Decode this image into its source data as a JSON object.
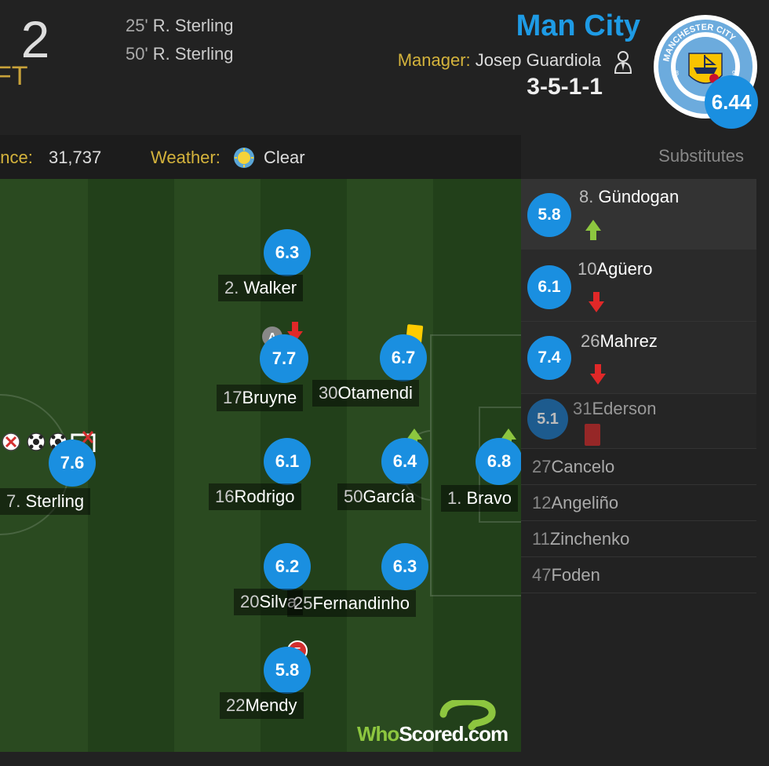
{
  "match": {
    "score": ": 2",
    "status": "FT",
    "goals": [
      {
        "minute": "25'",
        "scorer": "R. Sterling"
      },
      {
        "minute": "50'",
        "scorer": "R. Sterling"
      }
    ]
  },
  "team": {
    "name": "Man City",
    "manager_label": "Manager:",
    "manager": "Josep Guardiola",
    "formation": "3-5-1-1",
    "rating": "6.44",
    "crest_text": "MANCHESTER CITY",
    "crest_year_left": "18",
    "crest_year_right": "94"
  },
  "info": {
    "attendance_label": "ance:",
    "attendance": "31,737",
    "weather_label": "Weather:",
    "weather": "Clear",
    "weather_icon": "sun-cloud-icon"
  },
  "players": {
    "walker": {
      "number": "2.",
      "name": "Walker",
      "rating": "6.3"
    },
    "bruyne": {
      "number": "17",
      "name": "Bruyne",
      "rating": "7.7",
      "captain": "A"
    },
    "otamendi": {
      "number": "30",
      "name": "Otamendi",
      "rating": "6.7"
    },
    "sterling": {
      "number": "7.",
      "name": "Sterling",
      "rating": "7.6"
    },
    "rodrigo": {
      "number": "16",
      "name": "Rodrigo",
      "rating": "6.1"
    },
    "garcia": {
      "number": "50",
      "name": "García",
      "rating": "6.4"
    },
    "bravo": {
      "number": "1.",
      "name": "Bravo",
      "rating": "6.8"
    },
    "silva": {
      "number": "20",
      "name": "Silva",
      "rating": "6.2"
    },
    "fernandinho": {
      "number": "25",
      "name": "Fernandinho",
      "rating": "6.3"
    },
    "mendy": {
      "number": "22",
      "name": "Mendy",
      "rating": "5.8",
      "error": "E"
    }
  },
  "substitutes": {
    "header": "Substitutes",
    "used": [
      {
        "number": "8.",
        "name": "Gündogan",
        "rating": "5.8"
      },
      {
        "number": "10",
        "name": "Agüero",
        "rating": "6.1"
      },
      {
        "number": "26",
        "name": "Mahrez",
        "rating": "7.4"
      },
      {
        "number": "31",
        "name": "Ederson",
        "rating": "5.1"
      }
    ],
    "bench": [
      {
        "number": "27",
        "name": "Cancelo"
      },
      {
        "number": "12",
        "name": "Angeliño"
      },
      {
        "number": "11",
        "name": "Zinchenko"
      },
      {
        "number": "47",
        "name": "Foden"
      }
    ]
  },
  "watermark": {
    "who": "Who",
    "scored": "Scored",
    "com": ".com"
  },
  "colors": {
    "rating_blue": "#1a8fe0",
    "team_blue": "#1e9be5",
    "label_gold": "#d4b33c",
    "pitch_dark": "#23401b",
    "pitch_light": "#2c4f22"
  }
}
